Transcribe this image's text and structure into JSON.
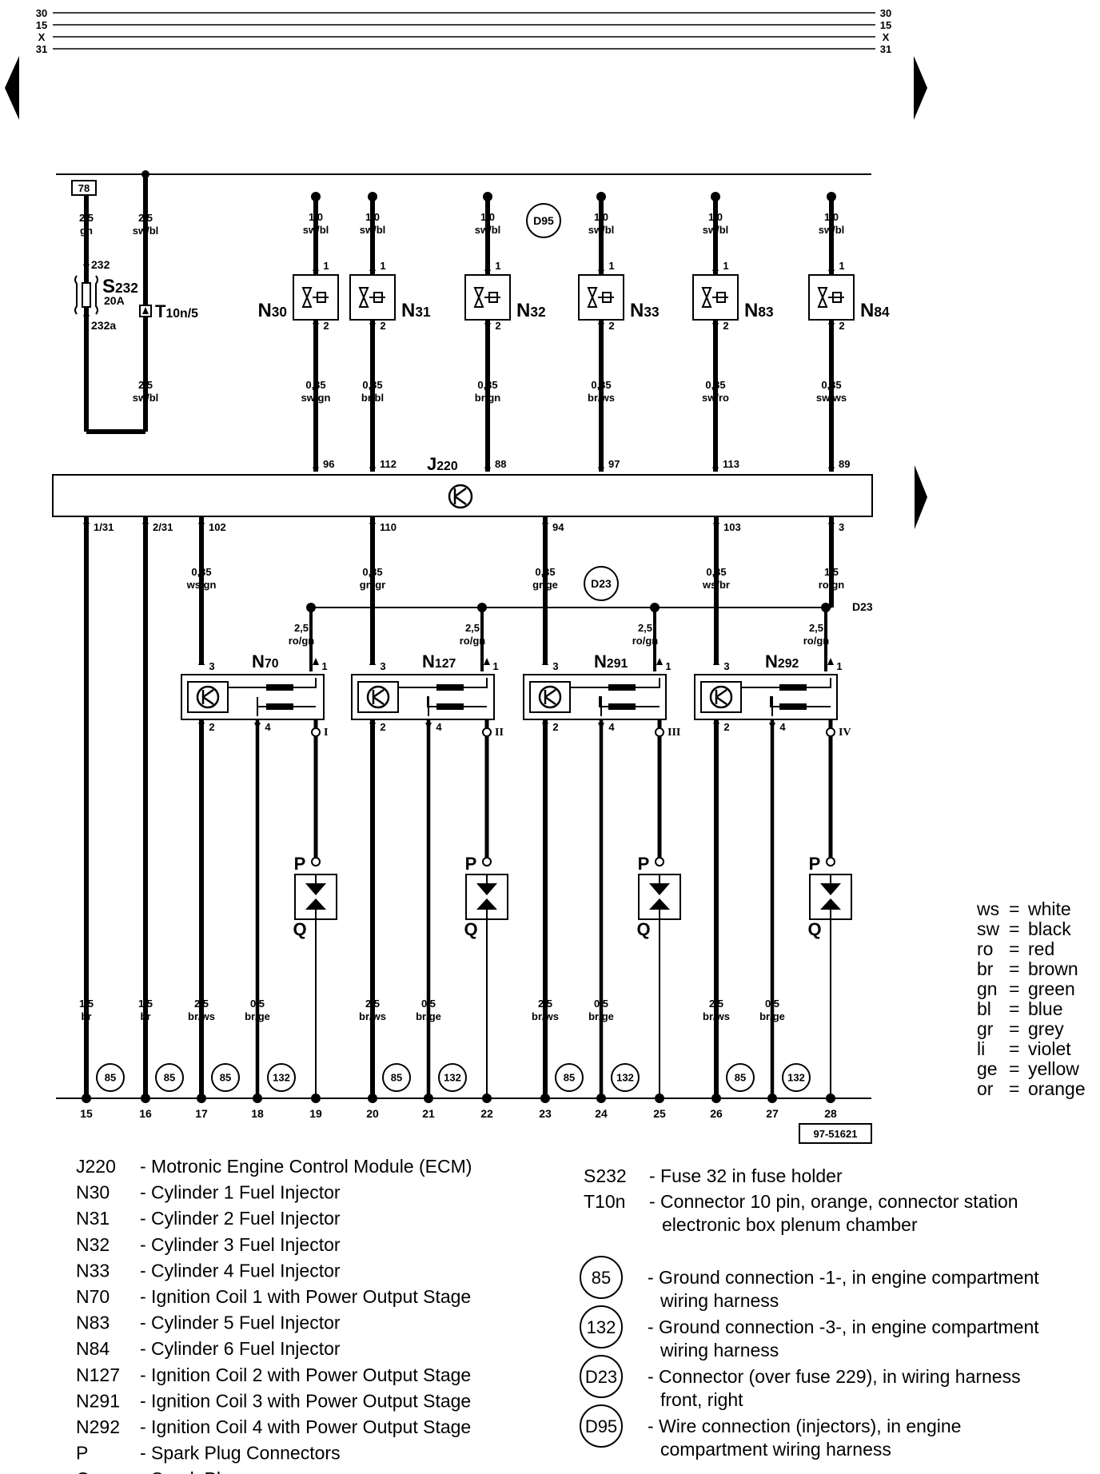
{
  "top_rails": [
    {
      "left": "30",
      "right": "30"
    },
    {
      "left": "15",
      "right": "15"
    },
    {
      "left": "X",
      "right": "X"
    },
    {
      "left": "31",
      "right": "31"
    }
  ],
  "ref_box": "78",
  "fuse": {
    "id": "S232",
    "rating": "20A",
    "pin_in": "232",
    "pin_out": "232a",
    "wire_size": "2,5",
    "wire_color": "gn"
  },
  "connector_t10n": {
    "id": "T10n/5",
    "wire_top_size": "2,5",
    "wire_top_color": "sw/bl",
    "wire_bottom_size": "2,5",
    "wire_bottom_color": "sw/bl"
  },
  "d95_label": "D95",
  "injectors": [
    {
      "id": "N30",
      "pin_top": "1",
      "pin_bottom": "2",
      "wire_in_size": "1,0",
      "wire_in_color": "sw/bl",
      "wire_out_size": "0,35",
      "wire_out_color": "sw/gn",
      "ecm_pin": "96"
    },
    {
      "id": "N31",
      "pin_top": "1",
      "pin_bottom": "2",
      "wire_in_size": "1,0",
      "wire_in_color": "sw/bl",
      "wire_out_size": "0,35",
      "wire_out_color": "br/bl",
      "ecm_pin": "112"
    },
    {
      "id": "N32",
      "pin_top": "1",
      "pin_bottom": "2",
      "wire_in_size": "1,0",
      "wire_in_color": "sw/bl",
      "wire_out_size": "0,35",
      "wire_out_color": "br/gn",
      "ecm_pin": "88"
    },
    {
      "id": "N33",
      "pin_top": "1",
      "pin_bottom": "2",
      "wire_in_size": "1,0",
      "wire_in_color": "sw/bl",
      "wire_out_size": "0,35",
      "wire_out_color": "br/ws",
      "ecm_pin": "97"
    },
    {
      "id": "N83",
      "pin_top": "1",
      "pin_bottom": "2",
      "wire_in_size": "1,0",
      "wire_in_color": "sw/bl",
      "wire_out_size": "0,35",
      "wire_out_color": "sw/ro",
      "ecm_pin": "113"
    },
    {
      "id": "N84",
      "pin_top": "1",
      "pin_bottom": "2",
      "wire_in_size": "1,0",
      "wire_in_color": "sw/bl",
      "wire_out_size": "0,35",
      "wire_out_color": "sw/ws",
      "ecm_pin": "89"
    }
  ],
  "ecm": {
    "id": "J220"
  },
  "ecm_bottom_pins": [
    {
      "pin": "1/31",
      "size": "1,5",
      "color": "br",
      "ground": "85",
      "track": "15"
    },
    {
      "pin": "2/31",
      "size": "1,5",
      "color": "br",
      "ground": "85",
      "track": "16"
    }
  ],
  "d23": {
    "label": "D23",
    "feed_pin": "3",
    "feed_size": "1,5",
    "feed_color": "ro/gn",
    "rail_label": "D23"
  },
  "coils": [
    {
      "id": "N70",
      "ecm_pin": "102",
      "trig_size": "0,35",
      "trig_color": "ws/gn",
      "pin3": "3",
      "pin1": "1",
      "pin2": "2",
      "pin4": "4",
      "output": "I",
      "feed_size": "2,5",
      "feed_color": "ro/gn",
      "gnd2_size": "2,5",
      "gnd2_color": "br/ws",
      "gnd2_ground": "85",
      "gnd4_size": "0,5",
      "gnd4_color": "br/ge",
      "gnd4_ground": "132",
      "tracks": [
        "17",
        "18",
        "19"
      ]
    },
    {
      "id": "N127",
      "ecm_pin": "110",
      "trig_size": "0,35",
      "trig_color": "gn/gr",
      "pin3": "3",
      "pin1": "1",
      "pin2": "2",
      "pin4": "4",
      "output": "II",
      "feed_size": "2,5",
      "feed_color": "ro/gn",
      "gnd2_size": "2,5",
      "gnd2_color": "br/ws",
      "gnd2_ground": "85",
      "gnd4_size": "0,5",
      "gnd4_color": "br/ge",
      "gnd4_ground": "132",
      "tracks": [
        "20",
        "21",
        "22"
      ]
    },
    {
      "id": "N291",
      "ecm_pin": "94",
      "trig_size": "0,35",
      "trig_color": "gr/ge",
      "pin3": "3",
      "pin1": "1",
      "pin2": "2",
      "pin4": "4",
      "output": "III",
      "feed_size": "2,5",
      "feed_color": "ro/gn",
      "gnd2_size": "2,5",
      "gnd2_color": "br/ws",
      "gnd2_ground": "85",
      "gnd4_size": "0,5",
      "gnd4_color": "br/ge",
      "gnd4_ground": "132",
      "tracks": [
        "23",
        "24",
        "25"
      ]
    },
    {
      "id": "N292",
      "ecm_pin": "103",
      "trig_size": "0,35",
      "trig_color": "ws/br",
      "pin3": "3",
      "pin1": "1",
      "pin2": "2",
      "pin4": "4",
      "output": "IV",
      "feed_size": "2,5",
      "feed_color": "ro/gn",
      "gnd2_size": "2,5",
      "gnd2_color": "br/ws",
      "gnd2_ground": "85",
      "gnd4_size": "0,5",
      "gnd4_color": "br/ge",
      "gnd4_ground": "132",
      "tracks": [
        "26",
        "27",
        "28"
      ]
    }
  ],
  "spark": {
    "connector_label": "P",
    "plug_label": "Q"
  },
  "drawing_ref": "97-51621",
  "color_legend": [
    {
      "code": "ws",
      "name": "white"
    },
    {
      "code": "sw",
      "name": "black"
    },
    {
      "code": "ro",
      "name": "red"
    },
    {
      "code": "br",
      "name": "brown"
    },
    {
      "code": "gn",
      "name": "green"
    },
    {
      "code": "bl",
      "name": "blue"
    },
    {
      "code": "gr",
      "name": "grey"
    },
    {
      "code": "li",
      "name": "violet"
    },
    {
      "code": "ge",
      "name": "yellow"
    },
    {
      "code": "or",
      "name": "orange"
    }
  ],
  "legend_left": [
    {
      "code": "J220",
      "desc": "- Motronic Engine Control Module (ECM)"
    },
    {
      "code": "N30",
      "desc": "- Cylinder 1 Fuel Injector"
    },
    {
      "code": "N31",
      "desc": "- Cylinder 2 Fuel Injector"
    },
    {
      "code": "N32",
      "desc": "- Cylinder 3 Fuel Injector"
    },
    {
      "code": "N33",
      "desc": "- Cylinder 4 Fuel Injector"
    },
    {
      "code": "N70",
      "desc": "- Ignition Coil 1 with Power Output Stage"
    },
    {
      "code": "N83",
      "desc": "- Cylinder 5 Fuel Injector"
    },
    {
      "code": "N84",
      "desc": "- Cylinder 6 Fuel Injector"
    },
    {
      "code": "N127",
      "desc": "- Ignition Coil 2 with Power Output Stage"
    },
    {
      "code": "N291",
      "desc": "- Ignition Coil 3 with Power Output Stage"
    },
    {
      "code": "N292",
      "desc": "- Ignition Coil 4 with Power Output Stage"
    },
    {
      "code": "P",
      "desc": "- Spark Plug Connectors"
    },
    {
      "code": "Q",
      "desc": "- Spark Plugs"
    }
  ],
  "legend_right": [
    {
      "code": "S232",
      "lines": [
        "- Fuse 32 in fuse holder"
      ]
    },
    {
      "code": "T10n",
      "lines": [
        "- Connector 10 pin, orange, connector station",
        "electronic box plenum chamber"
      ]
    }
  ],
  "legend_circles": [
    {
      "code": "85",
      "lines": [
        "- Ground connection -1-, in engine compartment",
        "wiring harness"
      ]
    },
    {
      "code": "132",
      "lines": [
        "- Ground connection -3-, in engine compartment",
        "wiring harness"
      ]
    },
    {
      "code": "D23",
      "lines": [
        "- Connector (over fuse 229), in wiring harness",
        "front, right"
      ]
    },
    {
      "code": "D95",
      "lines": [
        "- Wire connection (injectors), in engine",
        "compartment wiring harness"
      ]
    }
  ]
}
